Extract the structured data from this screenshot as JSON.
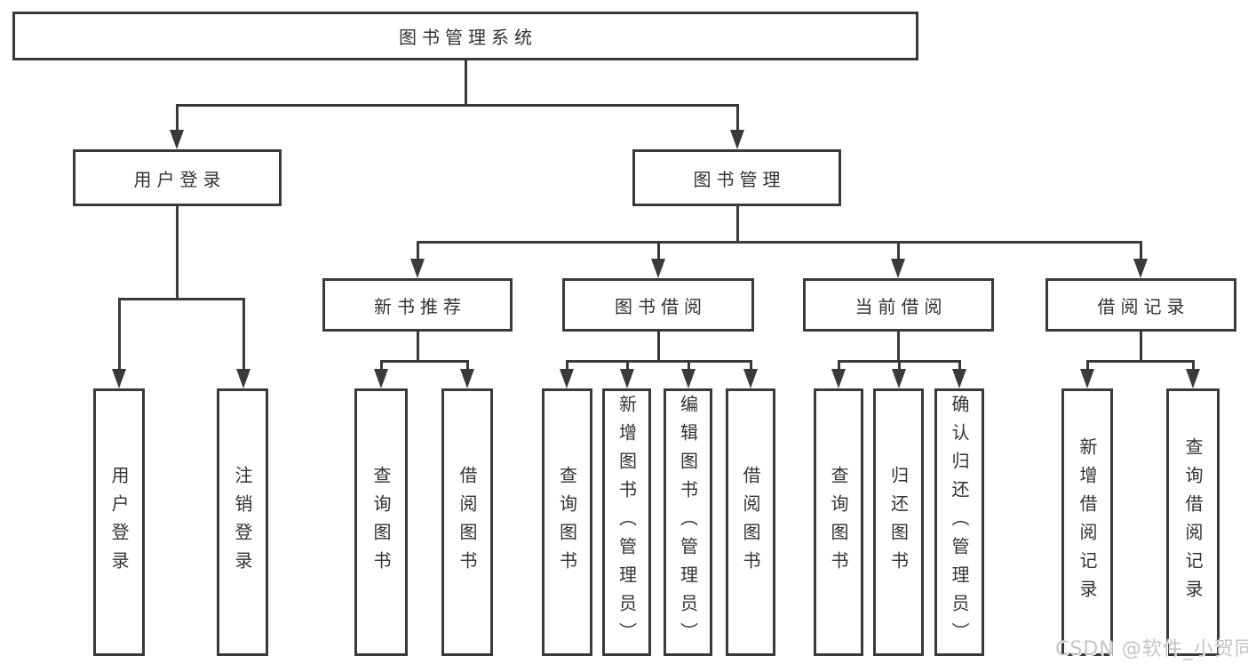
{
  "diagram": {
    "root": "图书管理系统",
    "level2": [
      "用户登录",
      "图书管理"
    ],
    "level3": [
      "新书推荐",
      "图书借阅",
      "当前借阅",
      "借阅记录"
    ],
    "leaves": {
      "login": [
        "用户登录",
        "注销登录"
      ],
      "recommend": [
        "查询图书",
        "借阅图书"
      ],
      "borrow": [
        "查询图书",
        "新增图书（管理员）",
        "编辑图书（管理员）",
        "借阅图书"
      ],
      "current": [
        "查询图书",
        "归还图书",
        "确认归还（管理员）"
      ],
      "records": [
        "新增借阅记录",
        "查询借阅记录"
      ]
    },
    "watermark": "CSDN @软件_小贺同学",
    "colors": {
      "line": "#3a3a3a",
      "text": "#333333",
      "background": "#ffffff",
      "watermark": "#c5c5c5"
    }
  }
}
